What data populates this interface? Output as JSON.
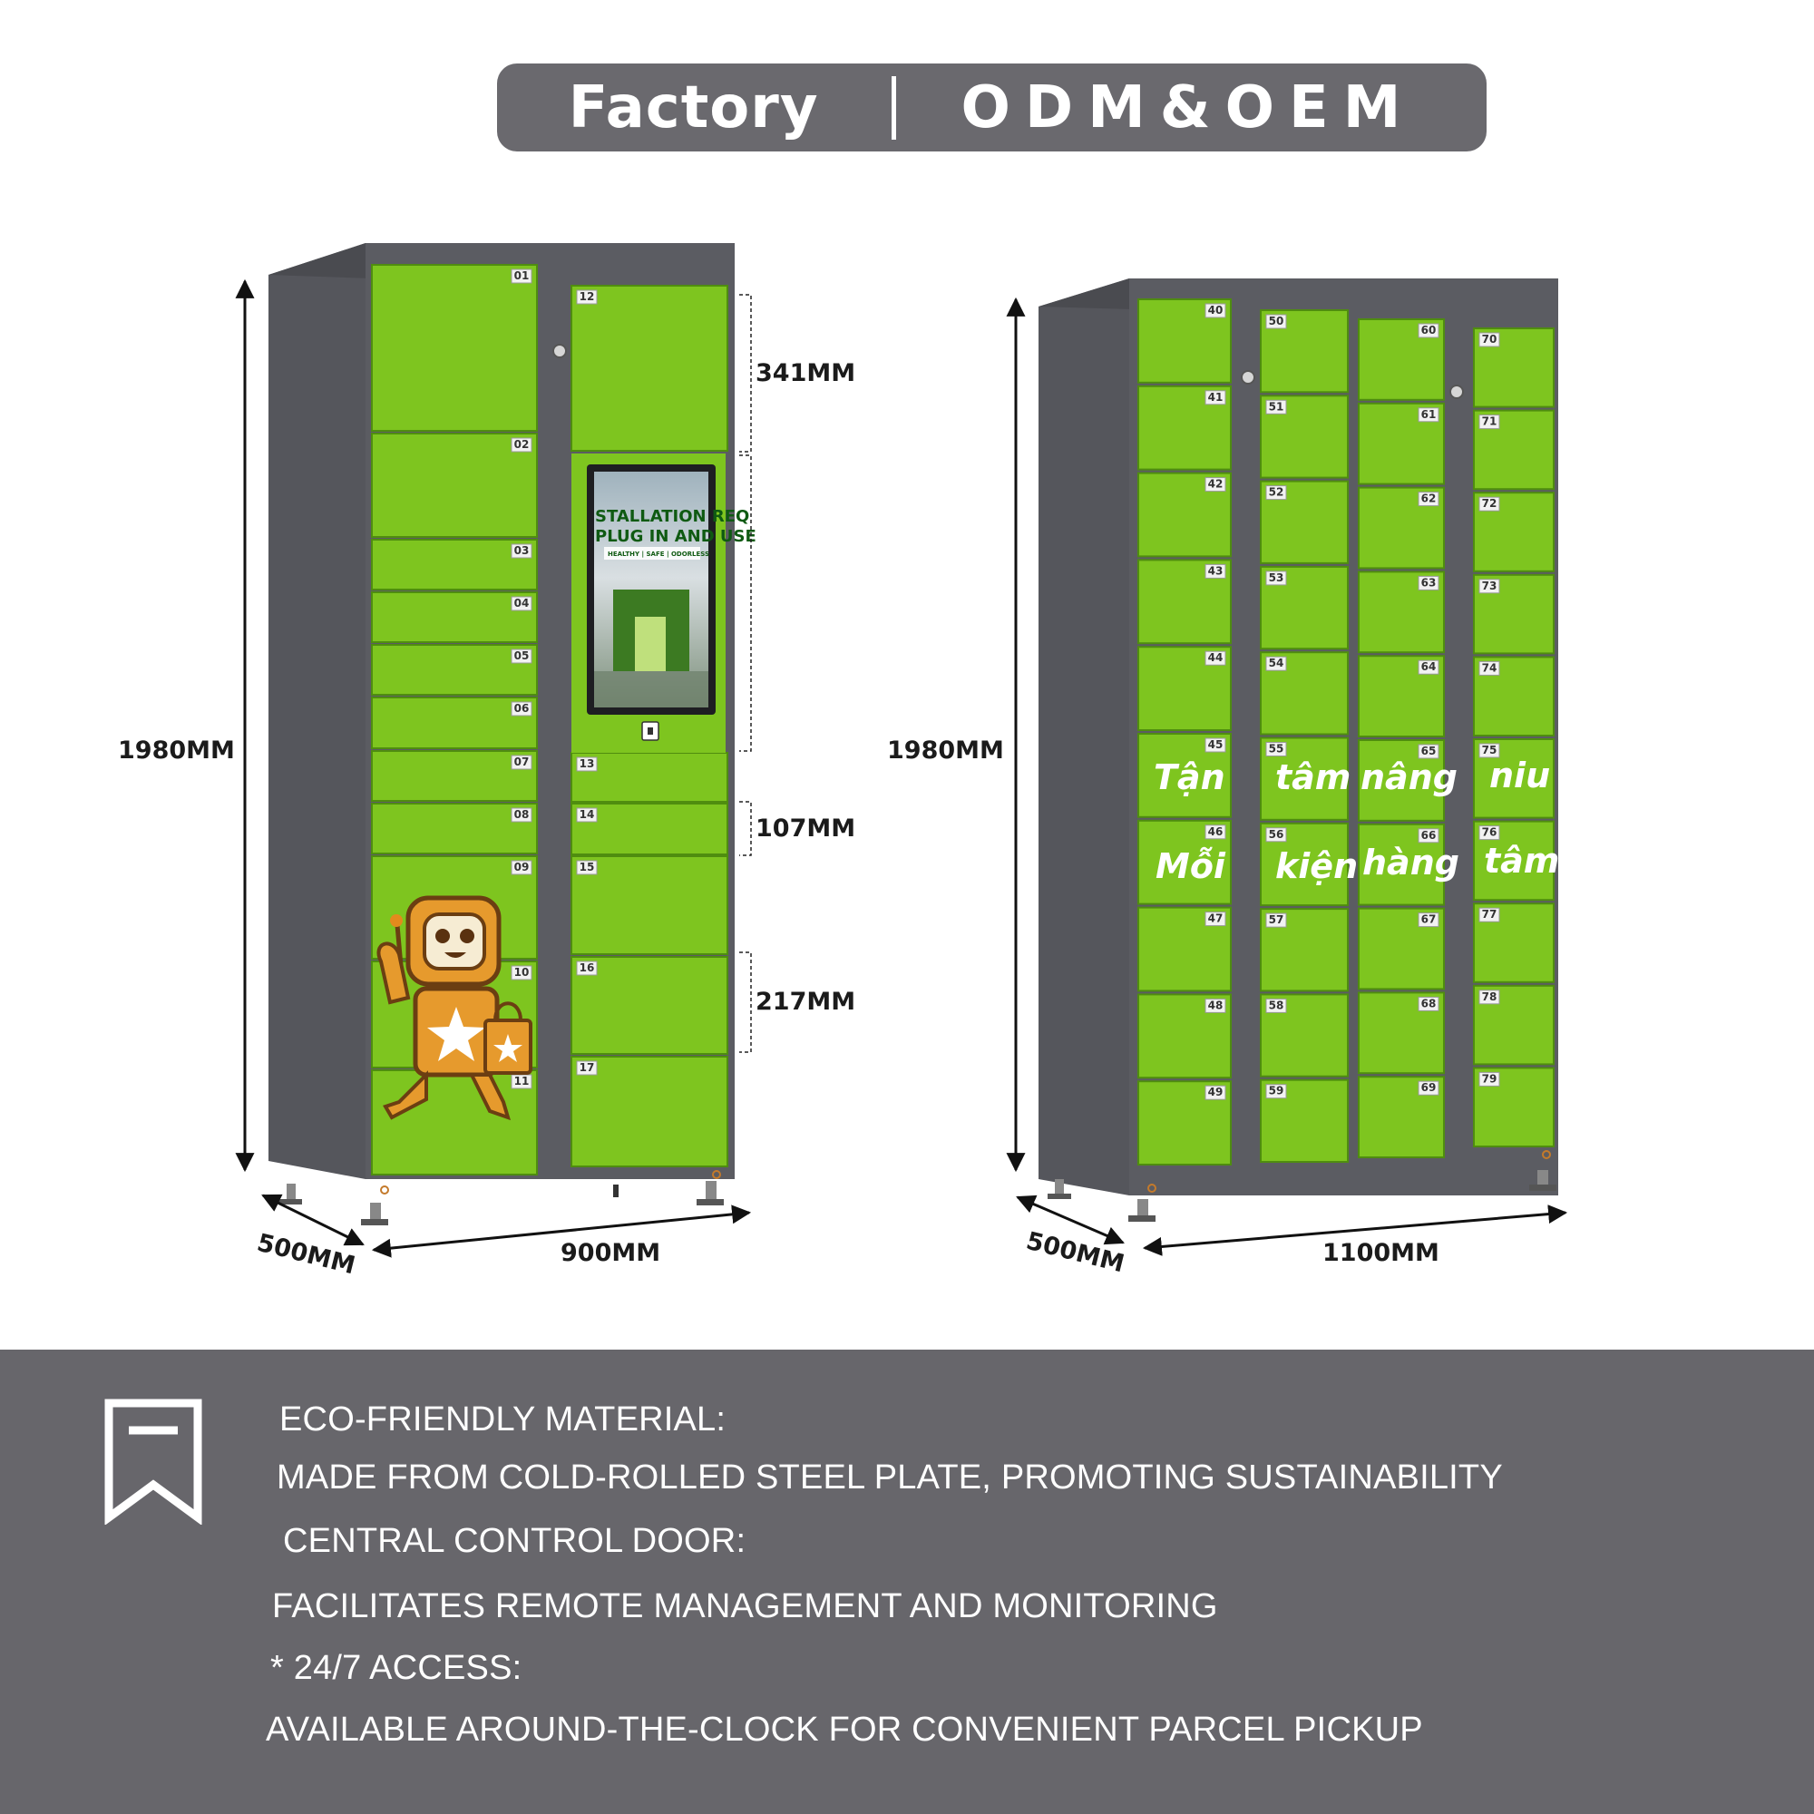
{
  "banner": {
    "left": "Factory",
    "right": "ODM&OEM"
  },
  "left_locker": {
    "height_label": "1980MM",
    "depth_label": "500MM",
    "width_label": "900MM",
    "dim_341": "341MM",
    "dim_107": "107MM",
    "dim_217": "217MM",
    "doors_left": [
      "01",
      "02",
      "03",
      "04",
      "05",
      "06",
      "07",
      "08",
      "09",
      "10",
      "11"
    ],
    "doors_right": [
      "12",
      "13",
      "14",
      "15",
      "16",
      "17"
    ],
    "screen_text": {
      "line1": "STALLATION REQ",
      "line2": "PLUG IN AND USE",
      "tagline": "HEALTHY | SAFE | ODORLESS"
    }
  },
  "right_locker": {
    "height_label": "1980MM",
    "depth_label": "500MM",
    "width_label": "1100MM",
    "columns": [
      [
        "40",
        "41",
        "42",
        "43",
        "44",
        "45",
        "46",
        "47",
        "48",
        "49"
      ],
      [
        "50",
        "51",
        "52",
        "53",
        "54",
        "55",
        "56",
        "57",
        "58",
        "59"
      ],
      [
        "60",
        "61",
        "62",
        "63",
        "64",
        "65",
        "66",
        "67",
        "68",
        "69"
      ],
      [
        "70",
        "71",
        "72",
        "73",
        "74",
        "75",
        "76",
        "77",
        "78",
        "79"
      ]
    ],
    "slogan_row1": [
      "Tận",
      "tâm",
      "nâng",
      "niu"
    ],
    "slogan_row2": [
      "Mỗi",
      "kiện",
      "hàng",
      "tâm"
    ]
  },
  "features": [
    "ECO-FRIENDLY MATERIAL:",
    "MADE FROM COLD-ROLLED STEEL PLATE, PROMOTING SUSTAINABILITY",
    "CENTRAL CONTROL DOOR:",
    "FACILITATES REMOTE MANAGEMENT AND MONITORING",
    "* 24/7 ACCESS:",
    "AVAILABLE AROUND-THE-CLOCK FOR CONVENIENT PARCEL PICKUP"
  ],
  "colors": {
    "banner": "#6a696e",
    "panel": "#67666b",
    "door_green": "#7ec51f",
    "body_gray": "#5b5c62"
  }
}
